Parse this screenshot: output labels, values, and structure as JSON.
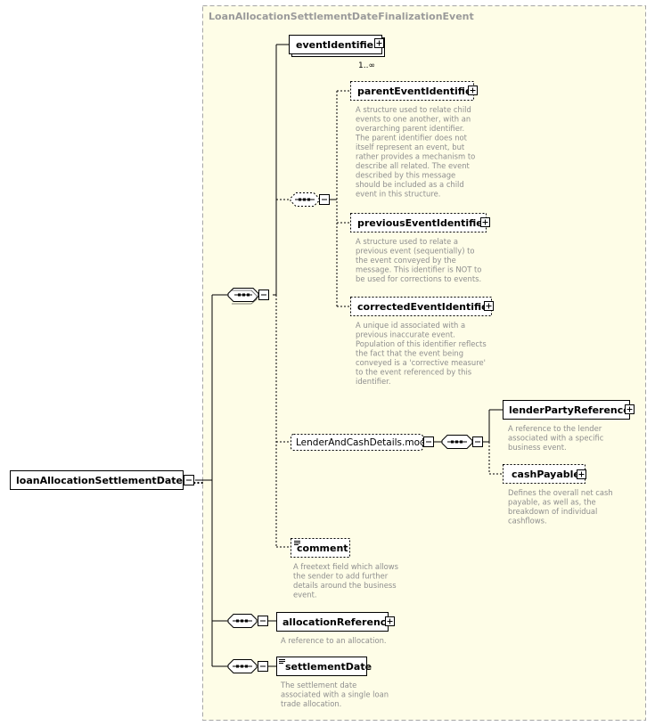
{
  "group_title": "LoanAllocationSettlementDateFinalizationEvent",
  "root": {
    "label": "loanAllocationSettlementDateFi..."
  },
  "elements": {
    "eventIdentifier": {
      "label": "eventIdentifier",
      "multiplicity": "1..∞"
    },
    "parentEventIdentifier": {
      "label": "parentEventIdentifier",
      "desc": [
        "A structure used to relate child",
        "events to one another, with an",
        "overarching parent identifier.",
        "The parent identifier does not",
        "itself represent an event, but",
        "rather provides a mechanism to",
        "describe all related. The event",
        "described by this message",
        "should be included as a child",
        "event in this structure."
      ]
    },
    "previousEventIdentifier": {
      "label": "previousEventIdentifier",
      "desc": [
        "A structure used to relate a",
        "previous event (sequentially) to",
        "the event conveyed by the",
        "message. This identifier is NOT to",
        "be used for corrections to events."
      ]
    },
    "correctedEventIdentifier": {
      "label": "correctedEventIdentifier",
      "desc": [
        "A unique id associated with a",
        "previous inaccurate event.",
        "Population of this identifier reflects",
        "the fact that the event being",
        "conveyed is a 'corrective measure'",
        "to the event referenced by this",
        "identifier."
      ]
    },
    "lenderAndCashDetails": {
      "label": "LenderAndCashDetails.model"
    },
    "lenderPartyReference": {
      "label": "lenderPartyReference",
      "desc": [
        "A reference to the lender",
        "associated with a specific",
        "business event."
      ]
    },
    "cashPayable": {
      "label": "cashPayable",
      "desc": [
        "Defines the overall net cash",
        "payable, as well as, the",
        "breakdown of individual",
        "cashflows."
      ]
    },
    "comment": {
      "label": "comment",
      "desc": [
        "A freetext field which allows",
        "the sender to add further",
        "details around the business",
        "event."
      ]
    },
    "allocationReference": {
      "label": "allocationReference",
      "desc": [
        "A reference to an allocation."
      ]
    },
    "settlementDate": {
      "label": "settlementDate",
      "desc": [
        "The settlement date",
        "associated with a single loan",
        "trade allocation."
      ]
    }
  },
  "colors": {
    "group_bg": "#fefde7",
    "group_border": "#a6a6a6",
    "box_bg": "#ffffff",
    "desc_text": "#8e8e8e"
  }
}
